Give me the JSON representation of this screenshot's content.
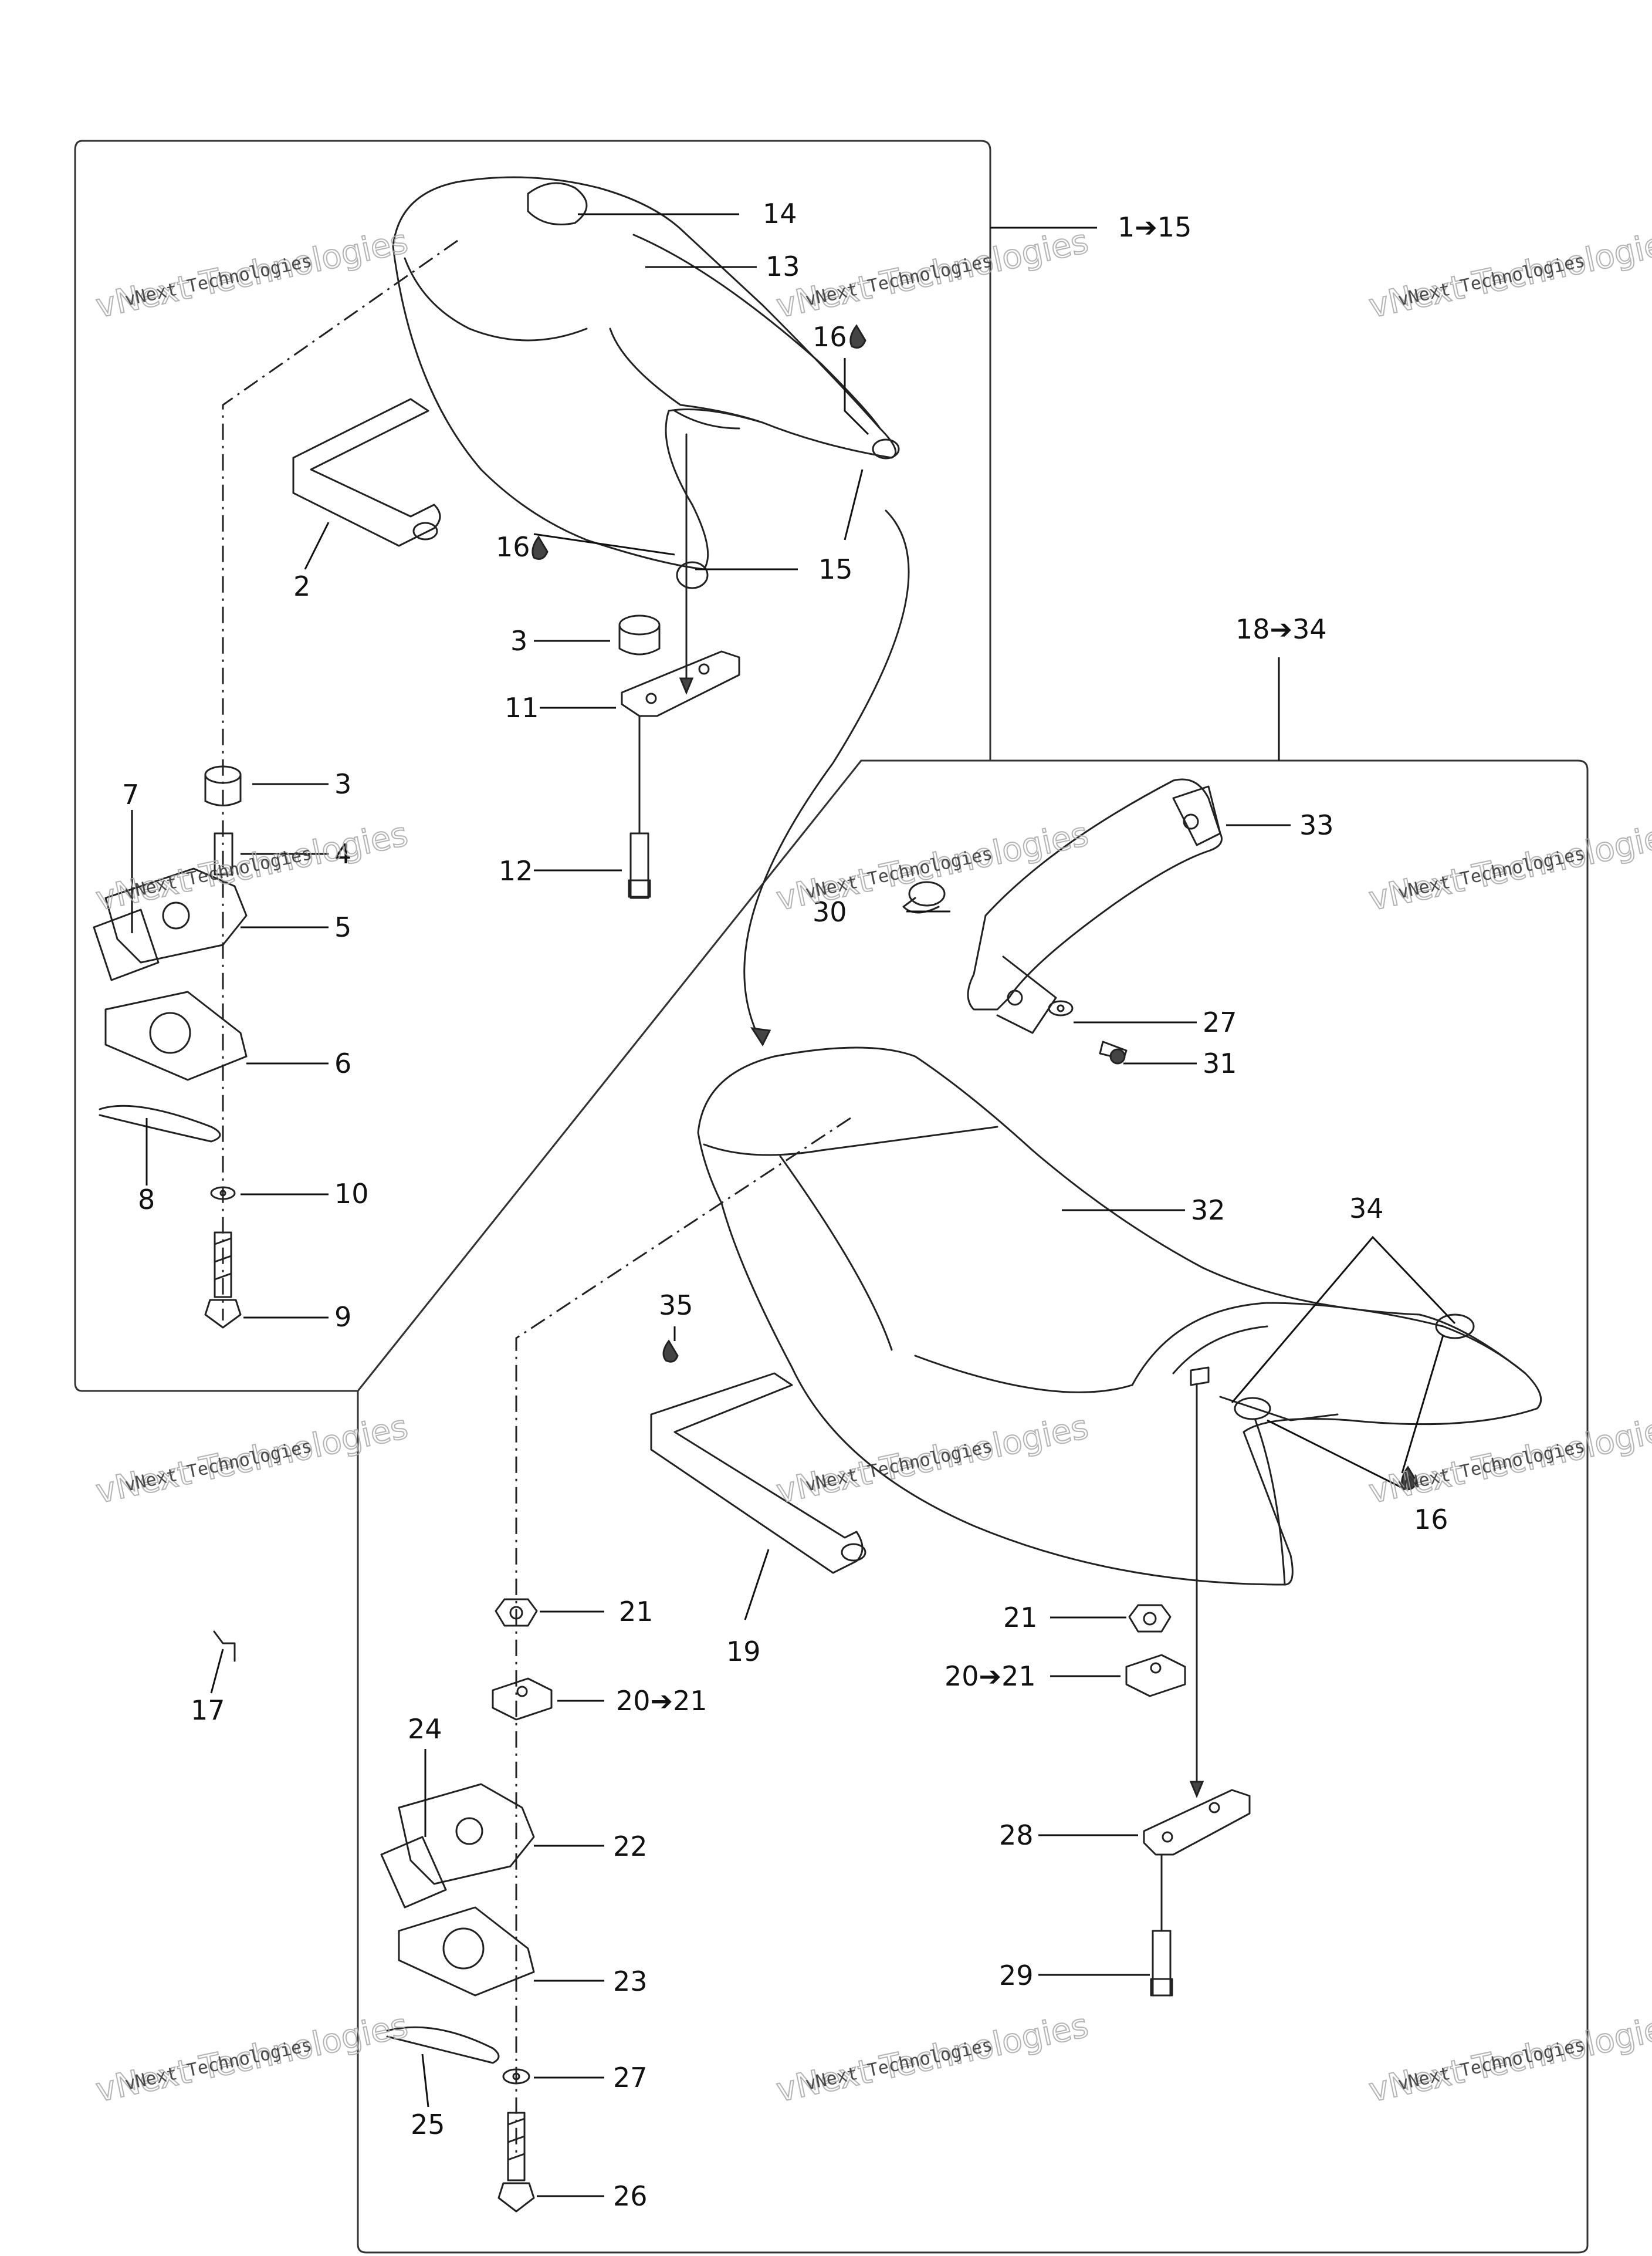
{
  "diagram": {
    "watermarks": [
      {
        "line1": "vNext Technologies",
        "line2": "vNext Technologies"
      }
    ],
    "group_labels": {
      "upper": "1➔15",
      "lower": "18➔34"
    },
    "callouts": {
      "c2": "2",
      "c3a": "3",
      "c3b": "3",
      "c4": "4",
      "c5": "5",
      "c6": "6",
      "c7": "7",
      "c8": "8",
      "c9": "9",
      "c10": "10",
      "c11": "11",
      "c12": "12",
      "c13": "13",
      "c14": "14",
      "c15": "15",
      "c16a": "16",
      "c16b": "16",
      "c16c": "16",
      "c17": "17",
      "c19": "19",
      "c20a": "20➔21",
      "c20b": "20➔21",
      "c21a": "21",
      "c21b": "21",
      "c22": "22",
      "c23": "23",
      "c24": "24",
      "c25": "25",
      "c26": "26",
      "c27a": "27",
      "c27b": "27",
      "c28": "28",
      "c29": "29",
      "c30": "30",
      "c31": "31",
      "c32": "32",
      "c33": "33",
      "c34": "34",
      "c35": "35"
    }
  }
}
